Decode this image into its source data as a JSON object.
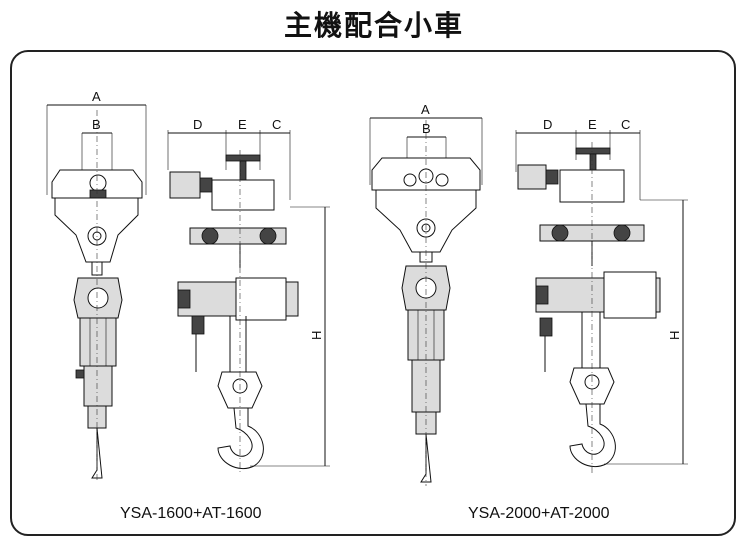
{
  "page_title": "主機配合小車",
  "dims": {
    "a": "A",
    "b": "B",
    "c": "C",
    "d": "D",
    "e": "E",
    "h": "H"
  },
  "captions": {
    "left": "YSA-1600+AT-1600",
    "right": "YSA-2000+AT-2000"
  }
}
